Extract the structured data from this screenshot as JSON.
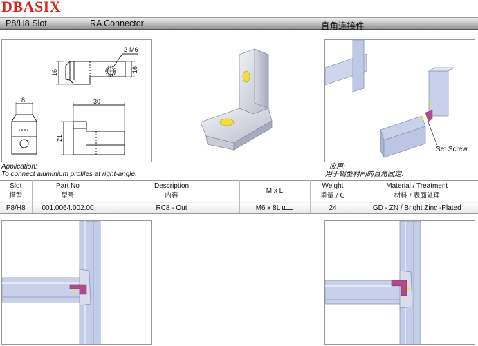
{
  "brand": "DBASIX",
  "header": {
    "slot": "P8/H8 Slot",
    "product": "RA Connector",
    "product_cn": "直角连接件"
  },
  "drawing": {
    "dim_thread": "2-M6",
    "dim_height_left": "16",
    "dim_height_right": "16",
    "dim_width_small": "8",
    "dim_length": "30",
    "dim_side_height": "21"
  },
  "assembly": {
    "label": "Set Screw"
  },
  "application": {
    "en_title": "Application:",
    "en_text": "To connect aluminium profiles at right-angle.",
    "cn_title": "应用:",
    "cn_text": "用于铝型材间的直角固定."
  },
  "table": {
    "headers": [
      {
        "en": "Slot",
        "cn": "槽型"
      },
      {
        "en": "Part No",
        "cn": "型号"
      },
      {
        "en": "Description",
        "cn": "内容"
      },
      {
        "en": "M x L",
        "cn": ""
      },
      {
        "en": "Weight",
        "cn": "重量 / G"
      },
      {
        "en": "Material / Treatment",
        "cn": "材料 / 表面处理"
      }
    ],
    "row": {
      "slot": "P8/H8",
      "part_no": "001.0064.002.00",
      "description": "RC8 - Out",
      "mxl": "M6 x 8L",
      "weight": "24",
      "material": "GD - ZN / Bright  Zinc -Plated"
    }
  },
  "colors": {
    "brand_red": "#d8261c",
    "profile_blue": "#b7c2e0",
    "connector_purple": "#b04a8c",
    "screw_yellow": "#f2dd3c"
  }
}
